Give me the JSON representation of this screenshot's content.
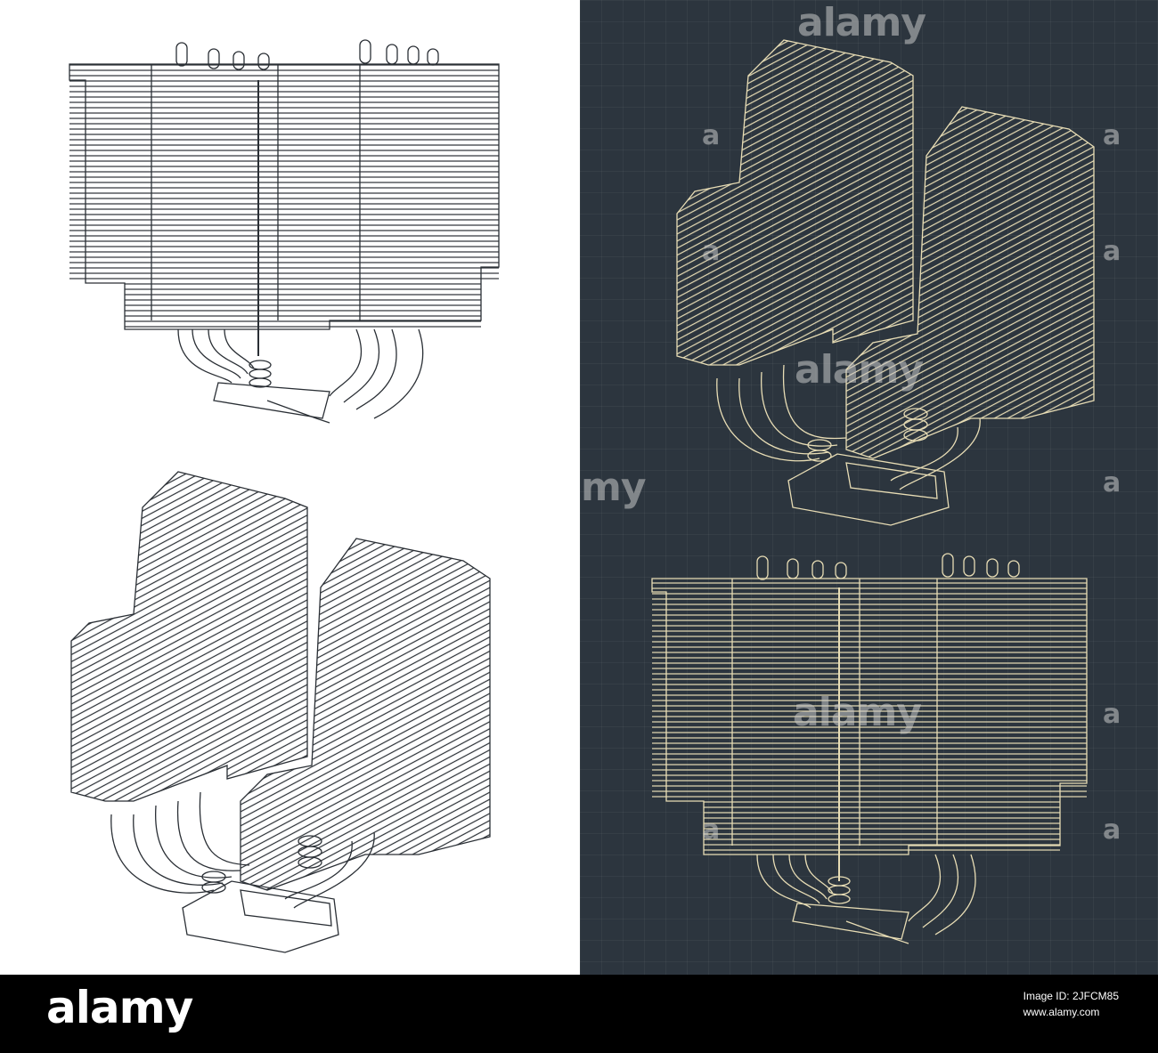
{
  "watermark": {
    "brand": "alamy",
    "fragment": "my",
    "glyph": "a"
  },
  "footer": {
    "logo": "alamy",
    "image_id_label": "Image ID: 2JFCM85",
    "site": "www.alamy.com"
  },
  "drawing": {
    "subject": "cpu-cooler-heatsink",
    "line_color_light": "#2a2f35",
    "line_color_dark": "#e8ddb5",
    "panel_background_dark": "#2c353e"
  }
}
